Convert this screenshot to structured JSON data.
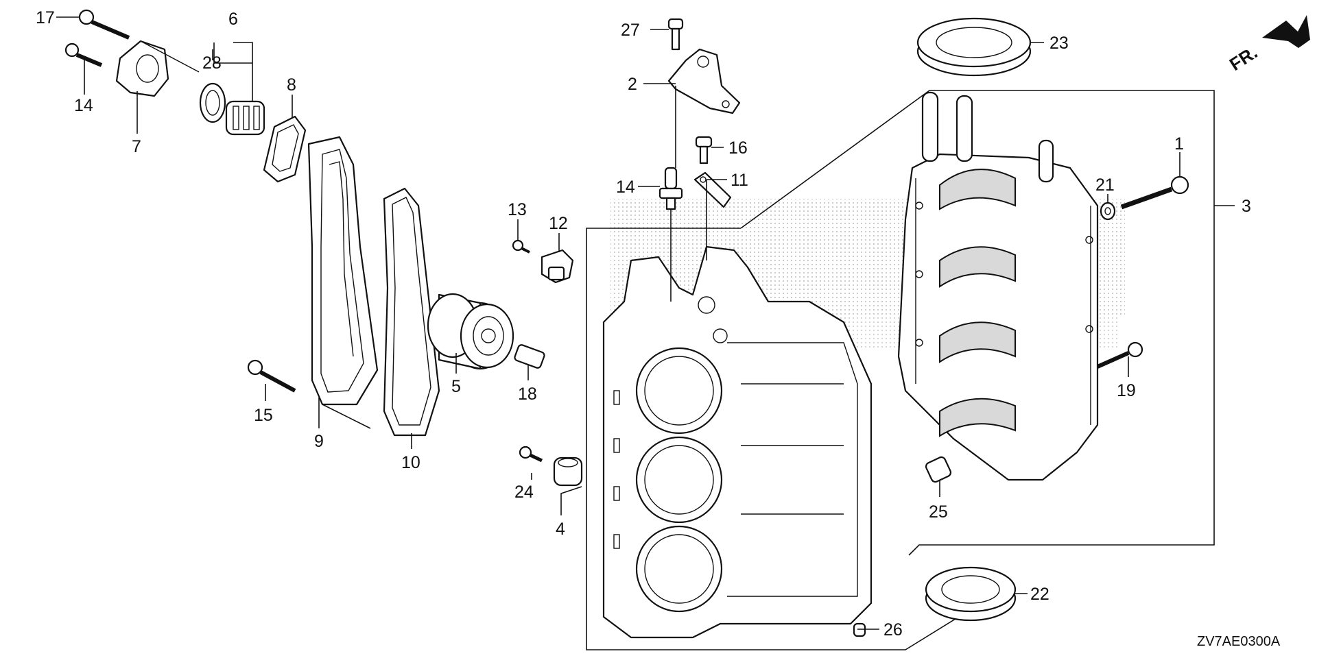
{
  "diagram": {
    "direction_label": "FR.",
    "figure_code": "ZV7AE0300A"
  },
  "callouts": {
    "c1": "1",
    "c2": "2",
    "c3": "3",
    "c4": "4",
    "c5": "5",
    "c6": "6",
    "c7": "7",
    "c8": "8",
    "c9": "9",
    "c10": "10",
    "c11": "11",
    "c12": "12",
    "c13": "13",
    "c14a": "14",
    "c14b": "14",
    "c15": "15",
    "c16": "16",
    "c17": "17",
    "c18": "18",
    "c19": "19",
    "c21": "21",
    "c22": "22",
    "c23": "23",
    "c24": "24",
    "c25": "25",
    "c26": "26",
    "c27": "27",
    "c28": "28"
  }
}
